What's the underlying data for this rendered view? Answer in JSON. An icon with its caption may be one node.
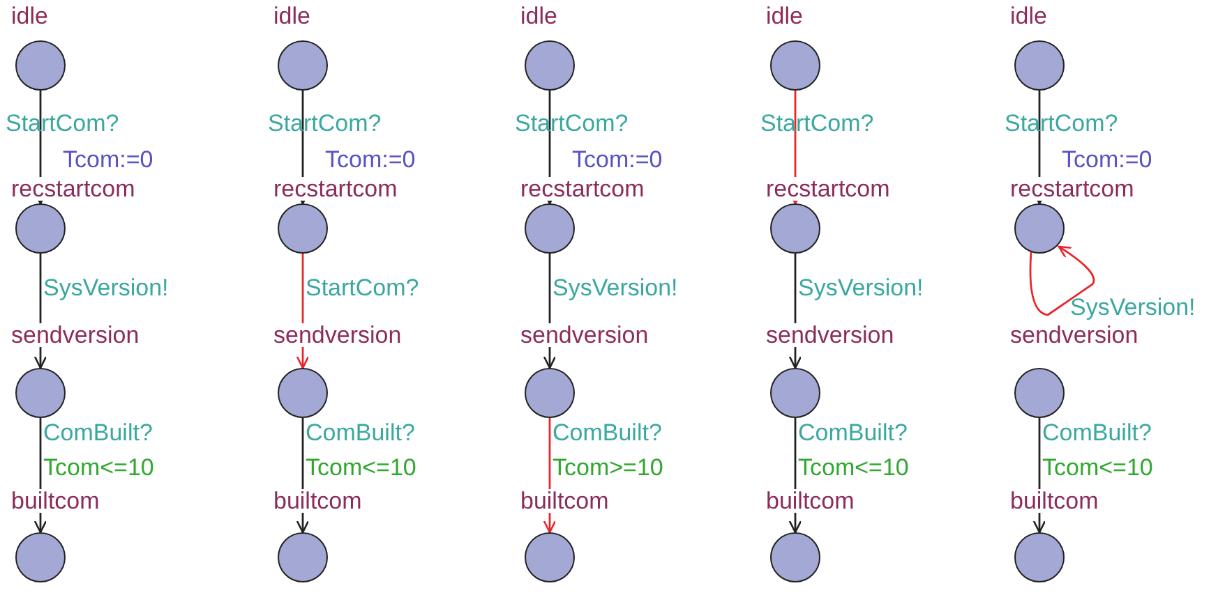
{
  "diagram": {
    "nodes": [
      {
        "text": [
          "idle"
        ]
      },
      {
        "text": [
          "recstartcom"
        ]
      },
      {
        "text": [
          "sendversion"
        ]
      },
      {
        "text": [
          "builtcom"
        ]
      },
      {
        "text": [
          "idle"
        ]
      },
      {
        "text": [
          "recstartcom"
        ]
      },
      {
        "text": [
          "sendversion"
        ]
      },
      {
        "text": [
          "builtcom"
        ]
      },
      {
        "text": [
          "idle"
        ]
      },
      {
        "text": [
          "recstartcom"
        ]
      },
      {
        "text": [
          "sendversion"
        ]
      },
      {
        "text": [
          "builtcom"
        ]
      },
      {
        "text": [
          "idle"
        ]
      },
      {
        "text": [
          "recstartcom"
        ]
      },
      {
        "text": [
          "sendversion"
        ]
      },
      {
        "text": [
          "builtcom"
        ]
      },
      {
        "text": [
          "idle"
        ]
      },
      {
        "text": [
          "recstartcom"
        ]
      },
      {
        "text": [
          "sendversion"
        ]
      },
      {
        "text": [
          "builtcom"
        ]
      }
    ],
    "edges": [
      {
        "from": 0,
        "to": 1,
        "arrow": "to",
        "label": "StartCom?"
      },
      {
        "from": 1,
        "to": 2,
        "arrow": "to",
        "label": "SysVersion!"
      },
      {
        "from": 2,
        "to": 3,
        "arrow": "to",
        "label": "ComBuilt?"
      },
      {
        "from": 4,
        "to": 5,
        "arrow": "to",
        "label": "StartCom?"
      },
      {
        "from": 5,
        "to": 6,
        "arrow": "to",
        "label": "StartCom?",
        "color": "#e8262a"
      },
      {
        "from": 6,
        "to": 7,
        "arrow": "to",
        "label": "ComBuilt?"
      },
      {
        "from": 8,
        "to": 9,
        "arrow": "to",
        "label": "StartCom?"
      },
      {
        "from": 9,
        "to": 10,
        "arrow": "to",
        "label": "SysVersion!"
      },
      {
        "from": 10,
        "to": 11,
        "arrow": "to",
        "label": "ComBuilt?",
        "color": "#e8262a"
      },
      {
        "from": 12,
        "to": 13,
        "arrow": "to",
        "label": "StartCom?",
        "color": "#e8262a"
      },
      {
        "from": 13,
        "to": 14,
        "arrow": "to",
        "label": "SysVersion!"
      },
      {
        "from": 14,
        "to": 15,
        "arrow": "to",
        "label": "ComBuilt?"
      },
      {
        "from": 16,
        "to": 17,
        "arrow": "to",
        "label": "StartCom?"
      },
      {
        "from": 17,
        "to": 17,
        "arrow": "to",
        "label": "SysVersion!",
        "color": "#e8262a"
      },
      {
        "from": 18,
        "to": 19,
        "arrow": "to",
        "label": "ComBuilt?"
      }
    ],
    "labels": [
      "Tcom:=0",
      "Tcom<=10",
      "Tcom:=0",
      "Tcom<=10",
      "Tcom:=0",
      "Tcom>=10",
      "Tcom<=10",
      "Tcom:=0",
      "Tcom<=10"
    ]
  }
}
